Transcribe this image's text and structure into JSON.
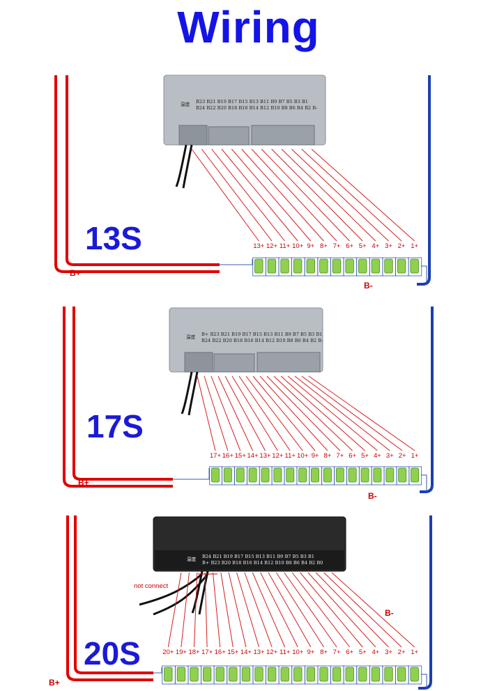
{
  "title": "Wiring",
  "colors": {
    "title": "#1414e6",
    "positive_wire": "#e00000",
    "negative_wire": "#1a3fb0",
    "balance_wire": "#d81c1c",
    "cell": "#8fd14f",
    "bms_silver": "#b9bec4",
    "bms_black": "#2a2a2a"
  },
  "diagrams": [
    {
      "config": "13S",
      "cells": 13,
      "bms_style": "silver",
      "bms_pins_top": "B23 B21 B19 B17 B15 B13 B11 B9 B7 B5 B3 B1",
      "bms_pins_bottom": "B24 B22 B20 B18 B16 B14 B12 B10 B8 B6 B4 B2 B-",
      "bms_temp_label": "温度",
      "b_plus_label": "B+",
      "b_minus_label": "B-",
      "cell_labels": [
        "13+",
        "12+",
        "11+",
        "10+",
        "9+",
        "8+",
        "7+",
        "6+",
        "5+",
        "4+",
        "3+",
        "2+",
        "1+"
      ]
    },
    {
      "config": "17S",
      "cells": 17,
      "bms_style": "silver",
      "bms_pins_top": "B+ B23 B21 B19 B17 B15 B13 B11 B9 B7 B5 B3 B1",
      "bms_pins_bottom": "B24 B22 B20 B18 B16 B14 B12 B10 B8 B6 B4 B2 B-",
      "bms_temp_label": "温度",
      "b_plus_label": "B+",
      "b_minus_label": "B-",
      "cell_labels": [
        "17+",
        "16+",
        "15+",
        "14+",
        "13+",
        "12+",
        "11+",
        "10+",
        "9+",
        "8+",
        "7+",
        "6+",
        "5+",
        "4+",
        "3+",
        "2+",
        "1+"
      ]
    },
    {
      "config": "20S",
      "cells": 20,
      "bms_style": "black",
      "bms_pins_top": "B24 B21 B19 B17 B15 B13 B11 B9 B7 B5 B3 B1",
      "bms_pins_bottom": "B+ B23 B20 B18 B16 B14 B12 B10 B8 B6 B4 B2 B0",
      "bms_temp_label": "温度",
      "b_plus_label": "B+",
      "b_minus_label": "B-",
      "not_connect_label": "not connect",
      "cell_labels": [
        "20+",
        "19+",
        "18+",
        "17+",
        "16+",
        "15+",
        "14+",
        "13+",
        "12+",
        "11+",
        "10+",
        "9+",
        "8+",
        "7+",
        "6+",
        "5+",
        "4+",
        "3+",
        "2+",
        "1+"
      ]
    }
  ]
}
